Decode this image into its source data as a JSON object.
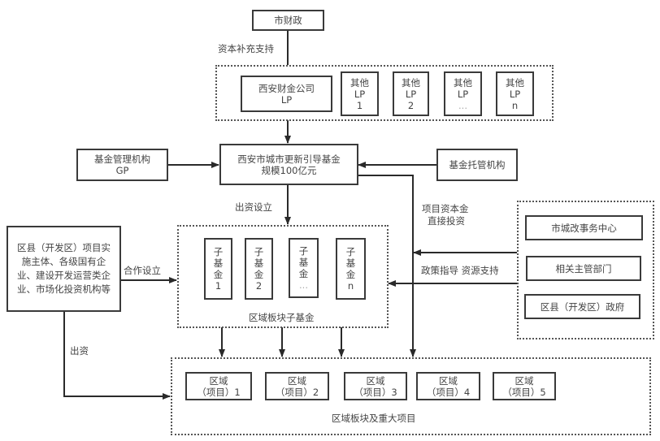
{
  "nodes": {
    "city_finance": "市财政",
    "xian_finance_lp": [
      "西安财金公司",
      "LP"
    ],
    "other_lps": [
      [
        "其他",
        "LP",
        "1"
      ],
      [
        "其他",
        "LP",
        "2"
      ],
      [
        "其他",
        "LP",
        "..."
      ],
      [
        "其他",
        "LP",
        "n"
      ]
    ],
    "main_fund": [
      "西安市城市更新引导基金",
      "规模100亿元"
    ],
    "gp": [
      "基金管理机构",
      "GP"
    ],
    "custodian": "基金托管机构",
    "district_entities": "区县（开发区）项目实施主体、各级国有企业、建设开发运营类企业、市场化投资机构等",
    "sub_funds": [
      [
        "子",
        "基",
        "金",
        "1"
      ],
      [
        "子",
        "基",
        "金",
        "2"
      ],
      [
        "子",
        "基",
        "金",
        "..."
      ],
      [
        "子",
        "基",
        "金",
        "n"
      ]
    ],
    "sub_fund_group_label": "区域板块子基金",
    "gov_bodies": [
      "市城改事务中心",
      "相关主管部门",
      "区县（开发区）政府"
    ],
    "projects": [
      [
        "区域",
        "（项目）1"
      ],
      [
        "区域",
        "（项目）2"
      ],
      [
        "区域",
        "（项目）3"
      ],
      [
        "区域",
        "（项目）4"
      ],
      [
        "区域",
        "（项目）5"
      ]
    ],
    "project_group_label": "区域板块及重大项目"
  },
  "edge_labels": {
    "capital_support": "资本补充支持",
    "invest_establish": "出资设立",
    "project_capital": [
      "项目资本金",
      "直接投资"
    ],
    "cooperate_establish": "合作设立",
    "policy_support": "政策指导 资源支持",
    "invest": "出资"
  }
}
